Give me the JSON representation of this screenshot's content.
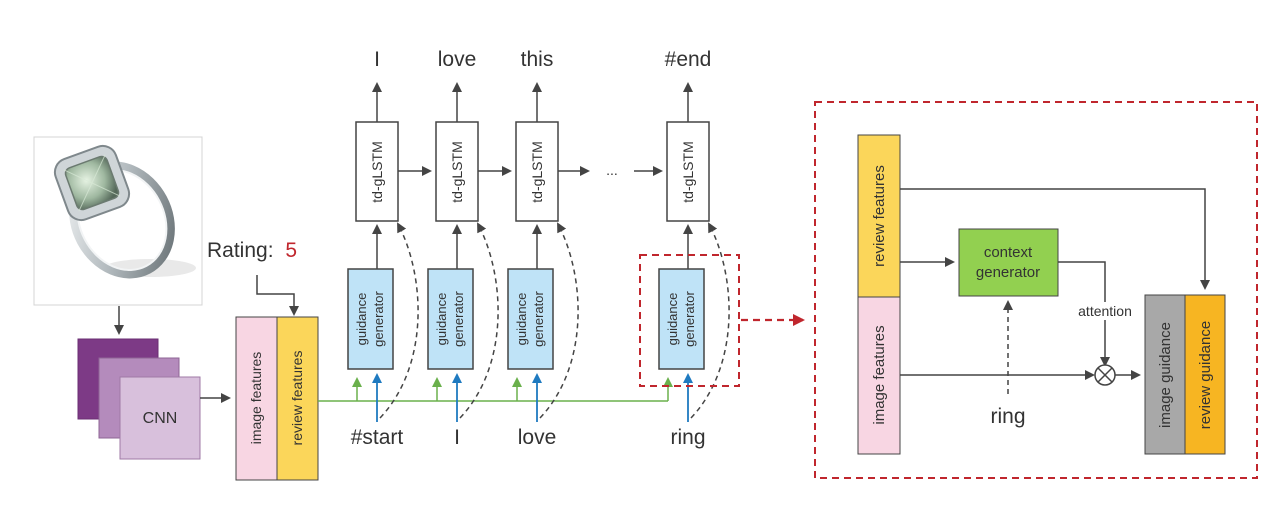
{
  "image_alt": "ring product photo",
  "rating": {
    "label": "Rating:",
    "value": "5",
    "value_color": "#c0262d"
  },
  "cnn": {
    "label": "CNN"
  },
  "features": {
    "image": "image features",
    "review": "review features"
  },
  "lstm_label": "td-gLSTM",
  "guidance_generator": {
    "line1": "guidance",
    "line2": "generator"
  },
  "ellipsis": "...",
  "outputs": [
    "I",
    "love",
    "this",
    "#end"
  ],
  "inputs": [
    "#start",
    "I",
    "love",
    "ring"
  ],
  "detail": {
    "review_features": "review features",
    "image_features": "image features",
    "context_generator_line1": "context",
    "context_generator_line2": "generator",
    "attention": "attention",
    "input_word": "ring",
    "multiply_symbol": "⊗",
    "image_guidance": "image guidance",
    "review_guidance": "review guidance"
  },
  "colors": {
    "image_features": "#f8d6e3",
    "review_features": "#fbd65a",
    "guidance_generator": "#bfe3f7",
    "context_generator": "#92d050",
    "image_guidance": "#a8a8a8",
    "review_guidance": "#f7b522",
    "accent_dashed": "#c0262d",
    "green_arrow": "#6ab04c",
    "blue_arrow": "#1f7ac0",
    "cnn_front": "#d8c0dc",
    "cnn_mid": "#b48bbc",
    "cnn_back": "#7d3a86"
  }
}
